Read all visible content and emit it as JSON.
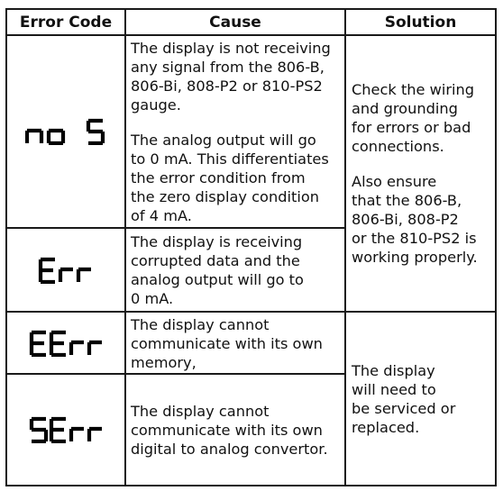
{
  "headers": {
    "error_code": "Error Code",
    "cause": "Cause",
    "solution": "Solution"
  },
  "rows": [
    {
      "code": "no S",
      "cause_p1": [
        "The display is not receiving",
        "any signal from the 806-B,",
        "806-Bi, 808-P2 or 810-PS2",
        "gauge."
      ],
      "cause_p2": [
        "The analog output will go",
        "to 0 mA. This differentiates",
        "the error condition from",
        "the zero display condition",
        "of 4 mA."
      ]
    },
    {
      "code": "Err",
      "cause_p1": [
        "The display is receiving",
        "corrupted data and the",
        "analog output will go to",
        "0 mA."
      ]
    },
    {
      "code": "EErr",
      "cause_p1": [
        "The display cannot",
        "communicate with its own",
        "memory,"
      ]
    },
    {
      "code": "SErr",
      "cause_p1": [
        "The display cannot",
        "communicate with its own",
        "digital to analog convertor."
      ]
    }
  ],
  "solutions": {
    "group1_p1": [
      "Check the wiring",
      "and grounding",
      "for errors or bad",
      "connections."
    ],
    "group1_p2": [
      "Also ensure",
      "that the 806-B,",
      "806-Bi, 808-P2",
      "or the 810-PS2 is",
      "working properly."
    ],
    "group2_p1": [
      "The display",
      "will need to",
      "be serviced or",
      "replaced."
    ]
  }
}
